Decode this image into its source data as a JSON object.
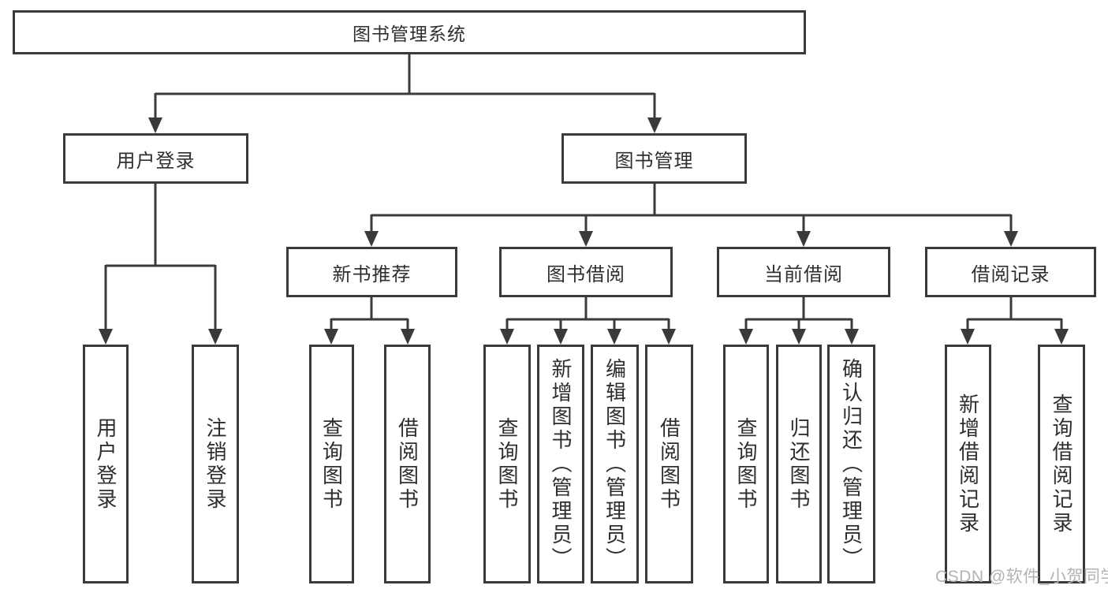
{
  "colors": {
    "line": "#3a3a3a",
    "text": "#2e2e2e",
    "watermark": "#b3b3b3",
    "background": "#ffffff"
  },
  "tree": {
    "root": "图书管理系统",
    "branches": [
      {
        "label": "用户登录",
        "children": [
          "用户登录",
          "注销登录"
        ]
      },
      {
        "label": "图书管理",
        "groups": [
          {
            "label": "新书推荐",
            "children": [
              "查询图书",
              "借阅图书"
            ]
          },
          {
            "label": "图书借阅",
            "children": [
              "查询图书",
              "新增图书（管理员）",
              "编辑图书（管理员）",
              "借阅图书"
            ]
          },
          {
            "label": "当前借阅",
            "children": [
              "查询图书",
              "归还图书",
              "确认归还（管理员）"
            ]
          },
          {
            "label": "借阅记录",
            "children": [
              "新增借阅记录",
              "查询借阅记录"
            ]
          }
        ]
      }
    ]
  },
  "watermark": "CSDN @软件_小贺同学"
}
